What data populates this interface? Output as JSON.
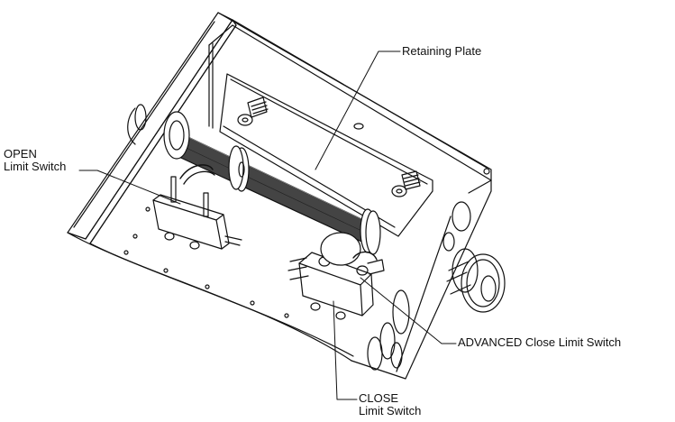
{
  "labels": {
    "retaining_plate": "Retaining Plate",
    "open_line1": "OPEN",
    "open_line2": "Limit Switch",
    "advanced_close": "ADVANCED Close Limit Switch",
    "close_line1": "CLOSE",
    "close_line2": "Limit Switch"
  },
  "colors": {
    "line": "#111111",
    "background": "#ffffff",
    "spring": "#333333"
  }
}
